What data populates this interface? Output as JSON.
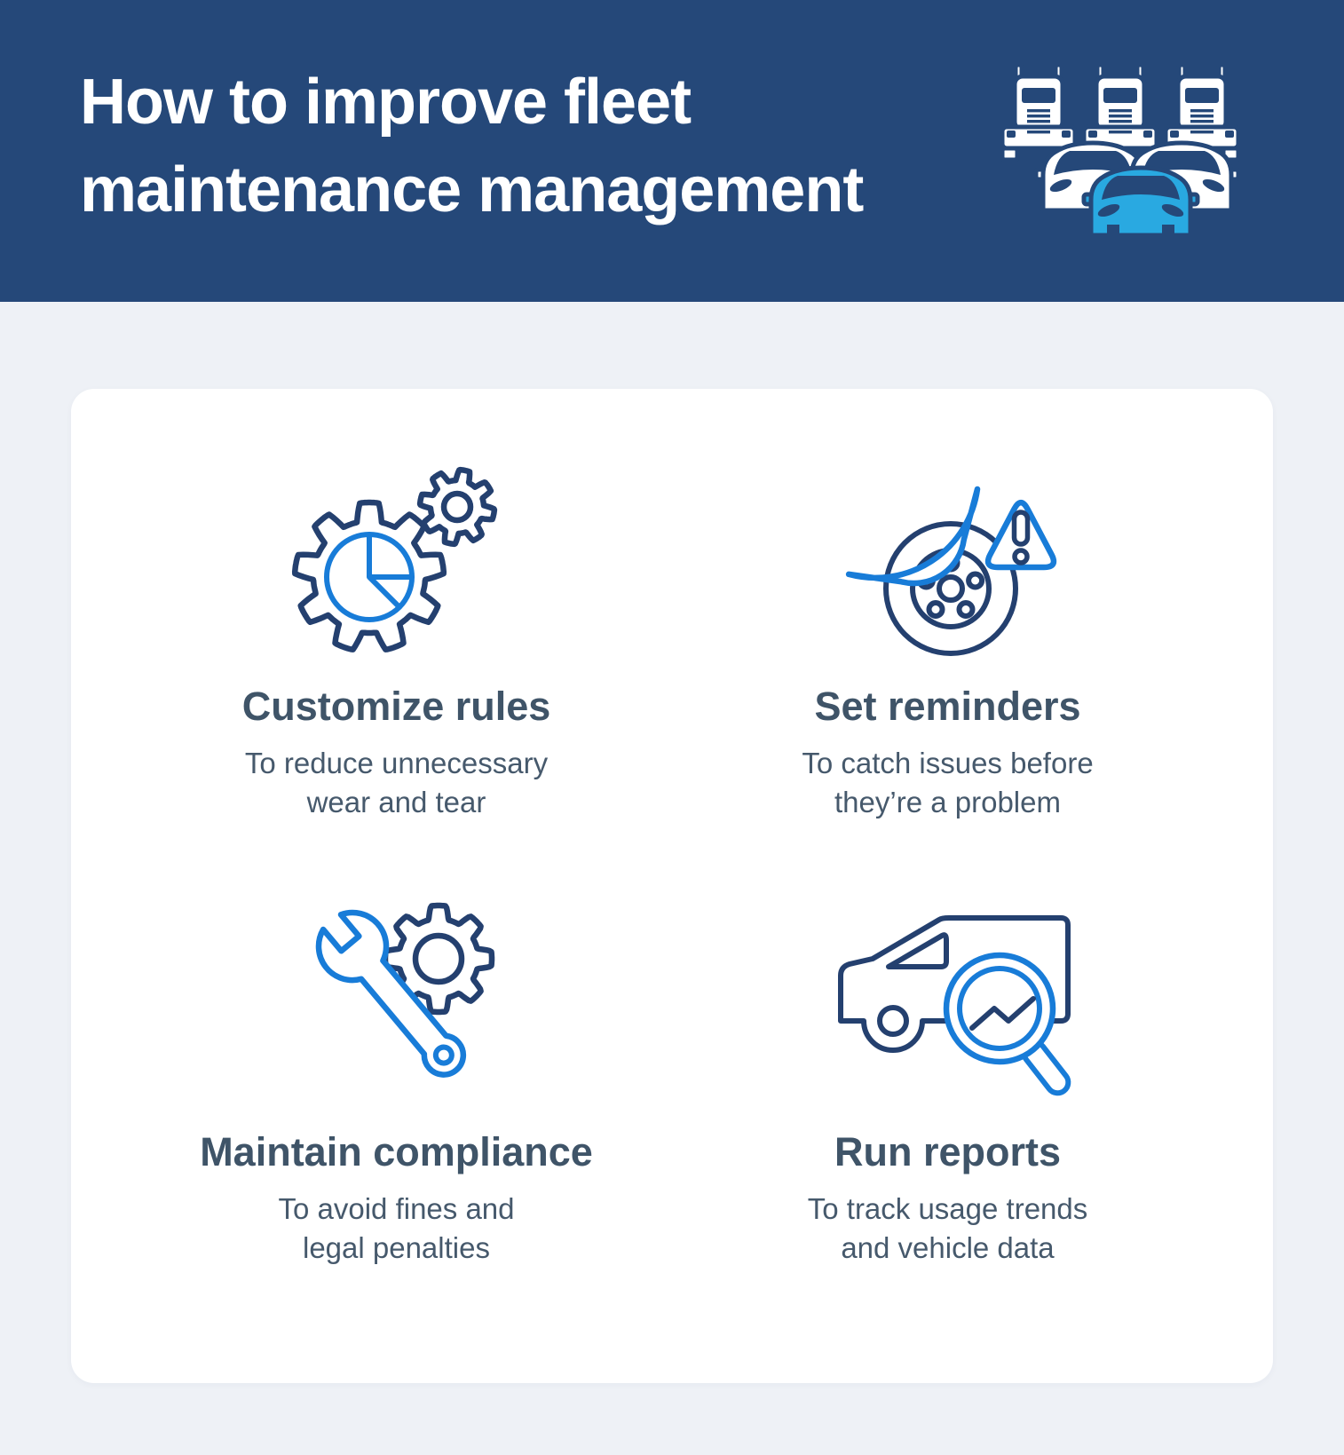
{
  "header": {
    "title_line1": "How to improve fleet",
    "title_line2": "maintenance management",
    "fleet_icon": "fleet-of-trucks-and-cars"
  },
  "colors": {
    "header_bg": "#254879",
    "page_bg": "#eef1f6",
    "card_bg": "#ffffff",
    "title_text": "#ffffff",
    "heading_text": "#3f5468",
    "body_text": "#46596c",
    "icon_navy": "#24406f",
    "icon_blue": "#187cd8",
    "accent_car_blue": "#29a9e1"
  },
  "features": [
    {
      "icon": "gears-pie-chart-icon",
      "title": "Customize rules",
      "description_line1": "To reduce unnecessary",
      "description_line2": "wear and tear"
    },
    {
      "icon": "brake-disc-warning-icon",
      "title": "Set reminders",
      "description_line1": "To catch issues before",
      "description_line2": "they’re a problem"
    },
    {
      "icon": "wrench-gear-icon",
      "title": "Maintain compliance",
      "description_line1": "To avoid fines and",
      "description_line2": "legal penalties"
    },
    {
      "icon": "van-magnifier-icon",
      "title": "Run reports",
      "description_line1": "To track usage trends",
      "description_line2": "and vehicle data"
    }
  ]
}
